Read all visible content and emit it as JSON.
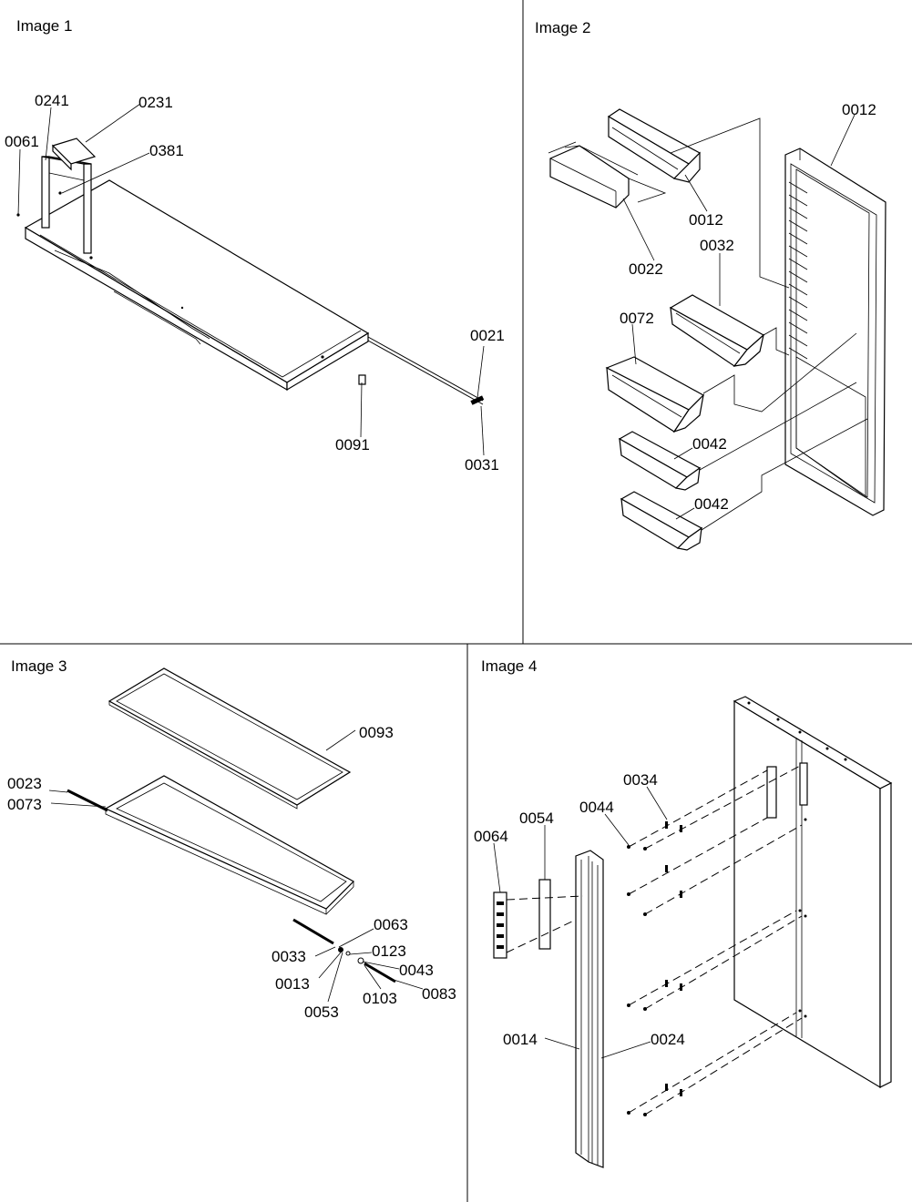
{
  "panels": [
    {
      "title": "Image 1",
      "labels": [
        "0241",
        "0231",
        "0061",
        "0381",
        "0021",
        "0091",
        "0031"
      ]
    },
    {
      "title": "Image 2",
      "labels": [
        "0012",
        "0012",
        "0032",
        "0022",
        "0072",
        "0042",
        "0042"
      ]
    },
    {
      "title": "Image 3",
      "labels": [
        "0093",
        "0023",
        "0073",
        "0063",
        "0123",
        "0033",
        "0043",
        "0013",
        "0053",
        "0103",
        "0083"
      ]
    },
    {
      "title": "Image 4",
      "labels": [
        "0034",
        "0044",
        "0054",
        "0064",
        "0014",
        "0024"
      ]
    }
  ]
}
